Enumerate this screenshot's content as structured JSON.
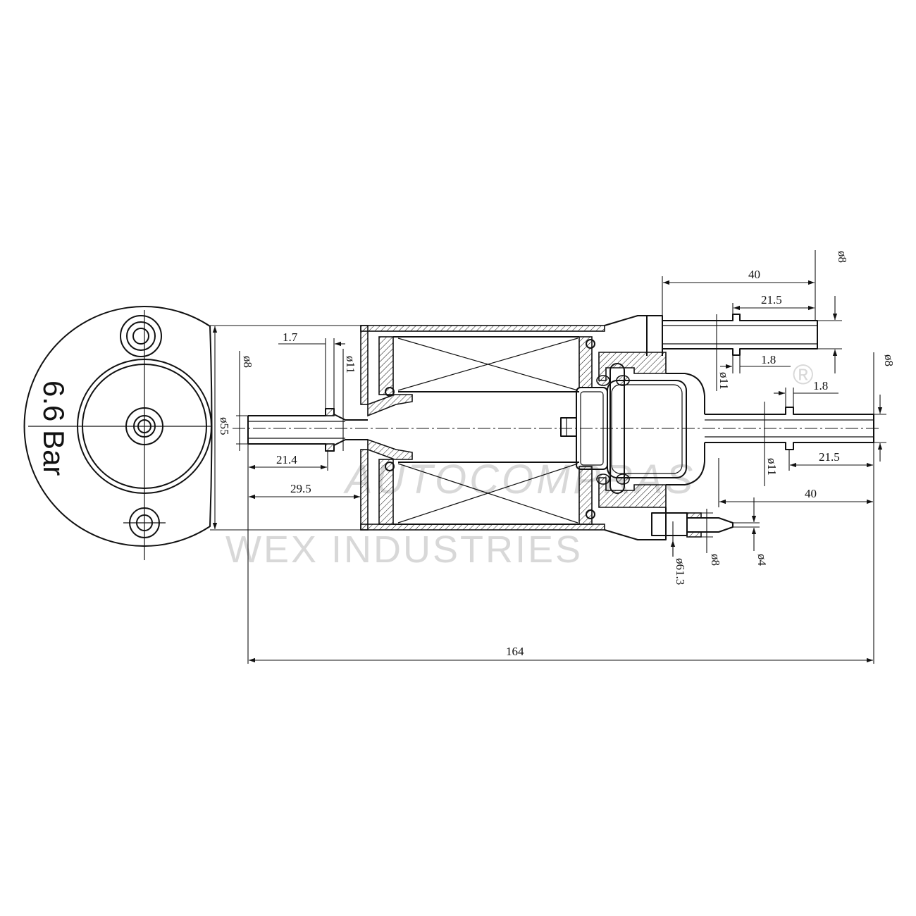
{
  "drawing": {
    "pressure_label": "6.6 Bar",
    "watermark": {
      "line1": "AUTOCOMPRAS",
      "line2": "WEX INDUSTRIES",
      "mark": "®"
    },
    "dimensions": {
      "body_diameter": "ø55",
      "inlet_diameter": "ø8",
      "inlet_collar_diameter": "ø11",
      "inlet_barb_width": "1.7",
      "inlet_barb_offset": "21.4",
      "inlet_length": "29.5",
      "overall_length": "164",
      "outlet_flange_diameter": "ø61.3",
      "return_nozzle_outer": "ø8",
      "return_nozzle_inner": "ø4",
      "top_tube_length": "40",
      "top_tube_barb_offset": "21.5",
      "top_tube_diameter": "ø8",
      "top_tube_barb_width": "1.8",
      "top_tube_collar_diameter": "ø11",
      "outlet_barb_width": "1.8",
      "outlet_diameter": "ø8",
      "outlet_collar_diameter": "ø11",
      "outlet_barb_offset": "21.5",
      "outlet_length": "40"
    }
  }
}
